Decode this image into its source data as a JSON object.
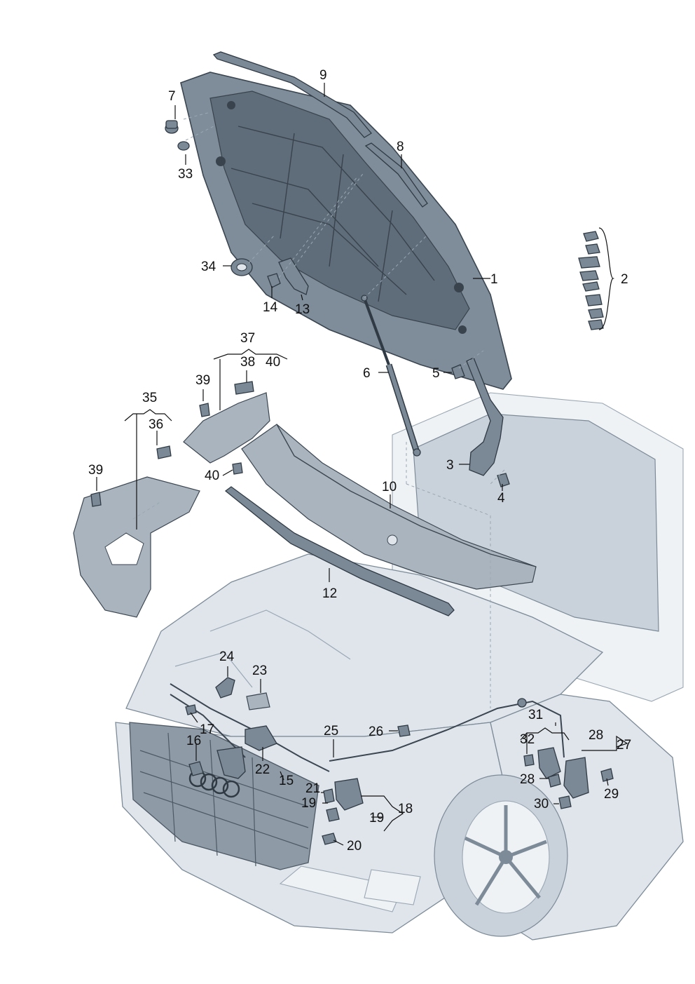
{
  "diagram": {
    "labels": [
      "1",
      "2",
      "3",
      "4",
      "5",
      "6",
      "7",
      "8",
      "9",
      "10",
      "12",
      "13",
      "14",
      "15",
      "16",
      "17",
      "18",
      "19",
      "19",
      "20",
      "21",
      "22",
      "23",
      "24",
      "25",
      "26",
      "27",
      "28",
      "28",
      "29",
      "30",
      "31",
      "32",
      "33",
      "34",
      "35",
      "36",
      "37",
      "38",
      "39",
      "39",
      "40",
      "40"
    ]
  },
  "colors": {
    "hood": "#7f8d9a",
    "car_body": "#dfe5eb",
    "parts": "#7b8895",
    "ink": "#111111"
  }
}
